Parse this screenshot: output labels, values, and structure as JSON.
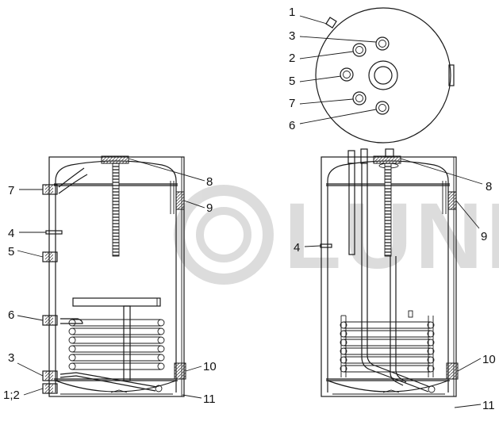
{
  "figure": {
    "watermark": "LUND",
    "callouts": {
      "top_view": [
        "1",
        "3",
        "2",
        "5",
        "7",
        "6"
      ],
      "left_view": [
        "7",
        "8",
        "9",
        "4",
        "5",
        "6",
        "3",
        "10",
        "1;2",
        "11"
      ],
      "right_view": [
        "8",
        "9",
        "4",
        "10",
        "11"
      ]
    }
  },
  "colors": {
    "line": "#1a1a1a",
    "watermark": "#d9d9d9",
    "hatch": "#444444"
  }
}
